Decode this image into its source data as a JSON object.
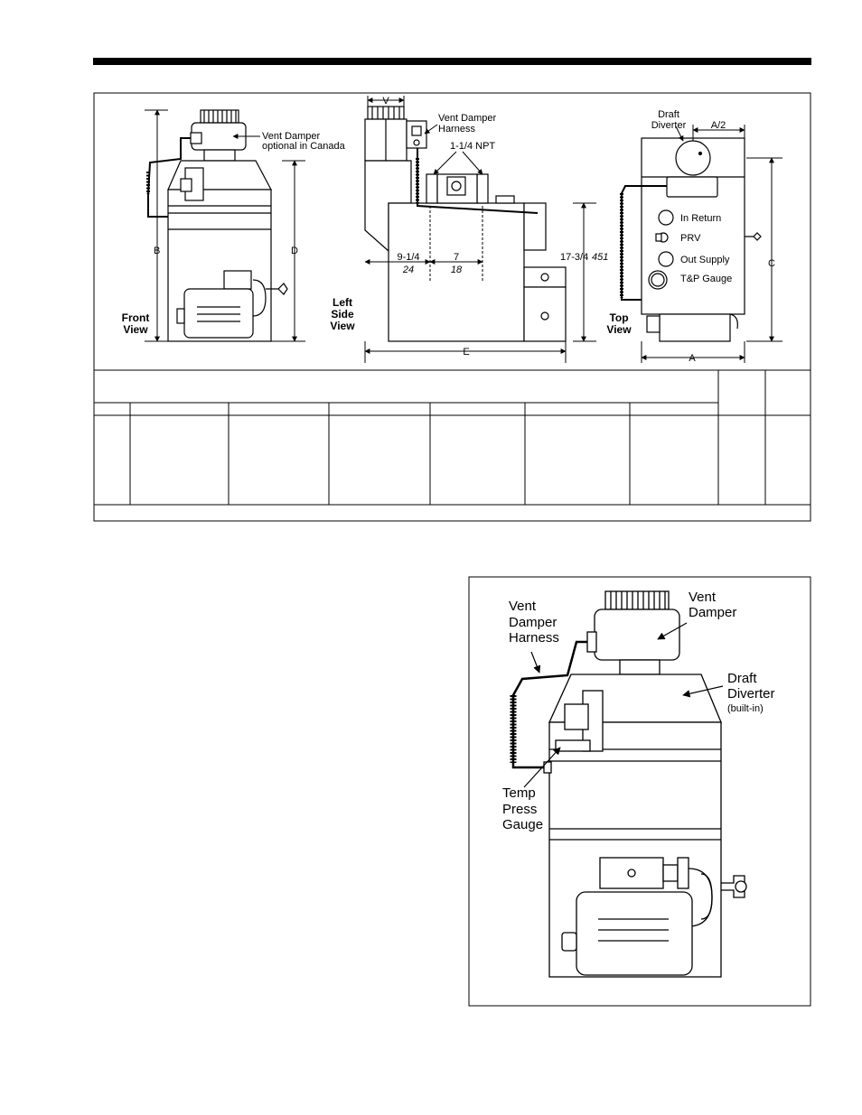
{
  "spec_figure": {
    "front_view": {
      "view_label_line1": "Front",
      "view_label_line2": "View",
      "vent_damper_line1": "Vent Damper",
      "vent_damper_line2": "optional in Canada",
      "dim_b": "B",
      "dim_d": "D"
    },
    "side_view": {
      "view_label_line1": "Left",
      "view_label_line2": "Side",
      "view_label_line3": "View",
      "dim_v": "V",
      "harness_line1": "Vent Damper",
      "harness_line2": "Harness",
      "npt": "1-1/4 NPT",
      "dim_a_in": "9-1/4",
      "dim_a_mm": "24",
      "dim_b_in": "7",
      "dim_b_mm": "18",
      "dim_h_in": "17-3/4",
      "dim_h_mm": "451",
      "dim_e": "E"
    },
    "top_view": {
      "view_label_line1": "Top",
      "view_label_line2": "View",
      "draft_line1": "Draft",
      "draft_line2": "Diverter",
      "dim_a2": "A/2",
      "in_return": "In Return",
      "prv": "PRV",
      "out_supply": "Out Supply",
      "tp_gauge": "T&P Gauge",
      "dim_c": "C",
      "dim_a": "A"
    }
  },
  "boiler_figure": {
    "harness_line1": "Vent",
    "harness_line2": "Damper",
    "harness_line3": "Harness",
    "damper_line1": "Vent",
    "damper_line2": "Damper",
    "diverter_line1": "Draft",
    "diverter_line2": "Diverter",
    "diverter_line3": "(built-in)",
    "gauge_line1": "Temp",
    "gauge_line2": "Press",
    "gauge_line3": "Gauge"
  }
}
